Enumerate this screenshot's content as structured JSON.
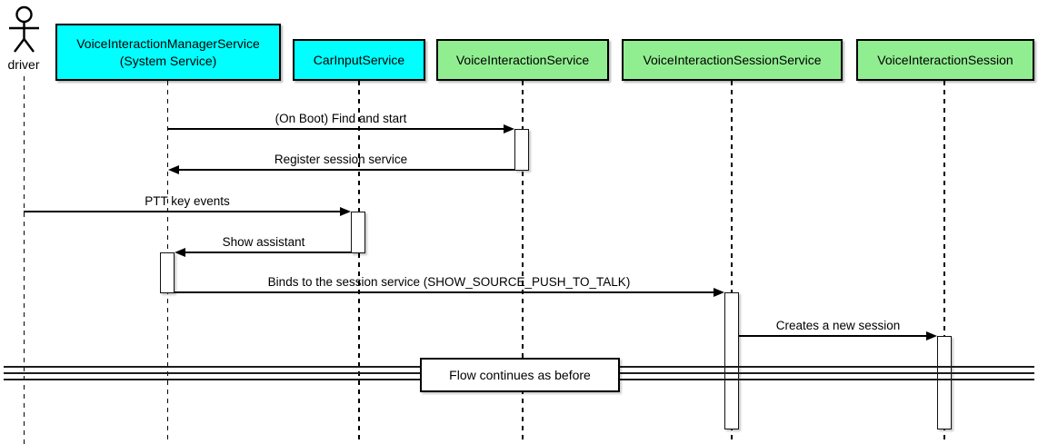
{
  "colors": {
    "cyan": "#00FFFF",
    "green": "#90EE90",
    "background": "#FFFFFF",
    "line": "#000000"
  },
  "actor": {
    "label": "driver"
  },
  "participants": [
    {
      "name": "VoiceInteractionManagerService",
      "subtitle": "(System Service)",
      "color": "cyan"
    },
    {
      "name": "CarInputService",
      "color": "cyan"
    },
    {
      "name": "VoiceInteractionService",
      "color": "green"
    },
    {
      "name": "VoiceInteractionSessionService",
      "color": "green"
    },
    {
      "name": "VoiceInteractionSession",
      "color": "green"
    }
  ],
  "messages": [
    {
      "label": "(On Boot) Find and start",
      "from": "VoiceInteractionManagerService",
      "to": "VoiceInteractionService",
      "direction": "right"
    },
    {
      "label": "Register session service",
      "from": "VoiceInteractionService",
      "to": "VoiceInteractionManagerService",
      "direction": "left"
    },
    {
      "label": "PTT key events",
      "from": "driver",
      "to": "CarInputService",
      "direction": "right"
    },
    {
      "label": "Show assistant",
      "from": "CarInputService",
      "to": "VoiceInteractionManagerService",
      "direction": "left"
    },
    {
      "label": "Binds to the session service (SHOW_SOURCE_PUSH_TO_TALK)",
      "from": "VoiceInteractionManagerService",
      "to": "VoiceInteractionSessionService",
      "direction": "right"
    },
    {
      "label": "Creates a new session",
      "from": "VoiceInteractionSessionService",
      "to": "VoiceInteractionSession",
      "direction": "right"
    }
  ],
  "divider": {
    "label": "Flow continues as before"
  }
}
